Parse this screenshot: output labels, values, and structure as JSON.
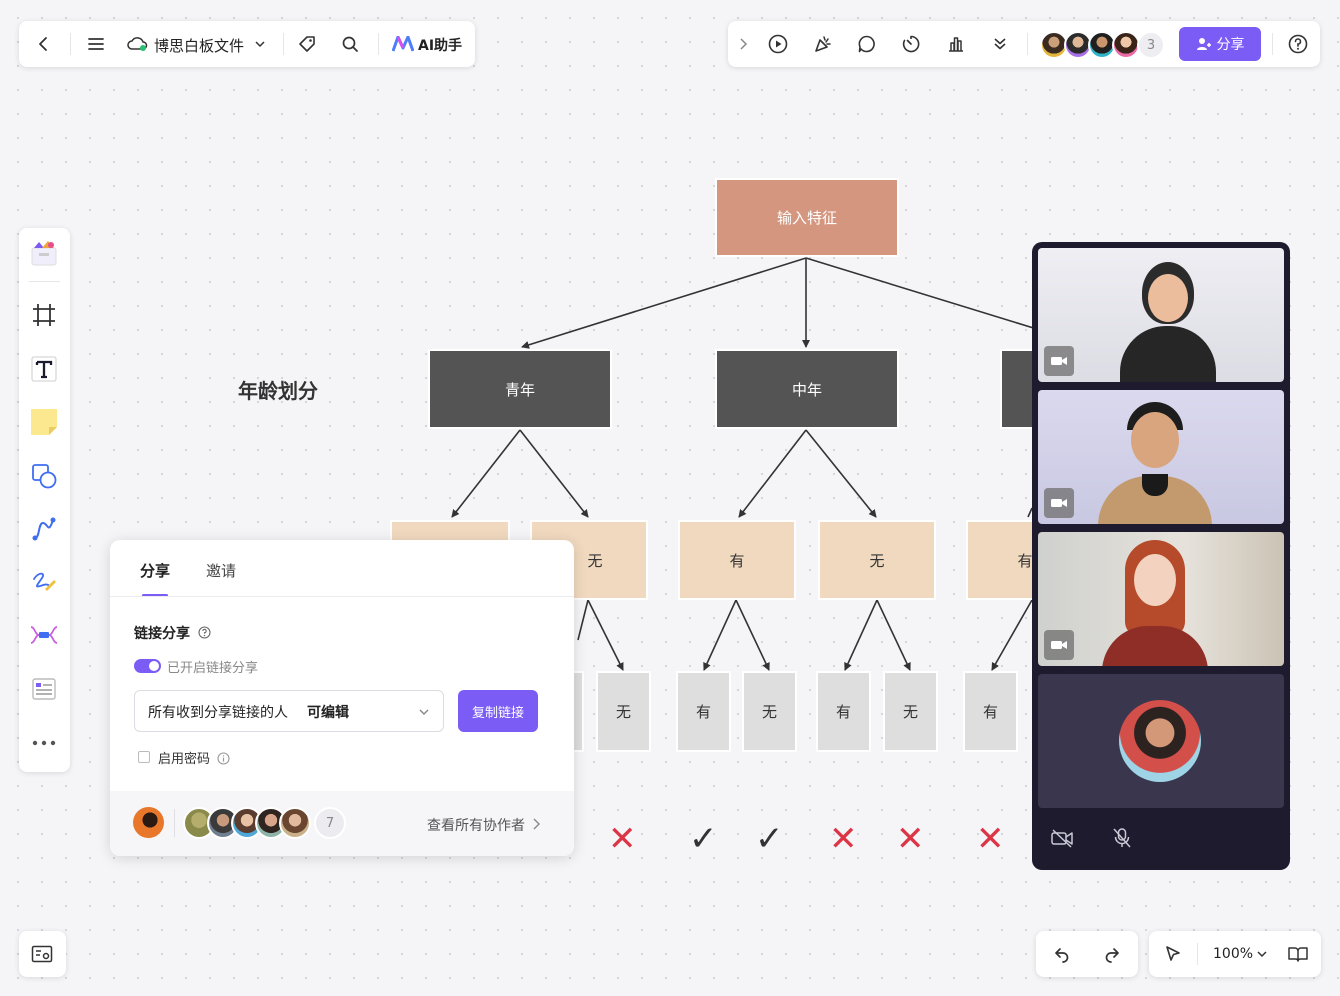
{
  "top_left": {
    "file_name": "博思白板文件",
    "ai_label": "AI助手"
  },
  "top_right": {
    "collaborator_count": "3",
    "share_label": "分享"
  },
  "canvas": {
    "label": "年龄划分",
    "root": "输入特征",
    "level1": [
      "青年",
      "中年"
    ],
    "level2": [
      "无",
      "有",
      "无",
      "有"
    ],
    "level3": [
      "无",
      "有",
      "无",
      "有",
      "无",
      "有"
    ],
    "marks": [
      "x",
      "check",
      "check",
      "x",
      "x",
      "x"
    ]
  },
  "share_panel": {
    "tabs": [
      "分享",
      "邀请"
    ],
    "link_share_title": "链接分享",
    "toggle_label": "已开启链接分享",
    "toggle_on": true,
    "permission_text": "所有收到分享链接的人",
    "permission_value": "可编辑",
    "copy_button": "复制链接",
    "password_label": "启用密码",
    "password_enabled": false,
    "collaborator_count": "7",
    "view_all": "查看所有协作者"
  },
  "bottom_right": {
    "zoom": "100%"
  },
  "colors": {
    "accent": "#7b5cf5",
    "root_node": "#d4967f",
    "dark_node": "#545454",
    "tan_node": "#f1d9bf",
    "gray_node": "#dedede",
    "x_mark": "#dc3545"
  }
}
